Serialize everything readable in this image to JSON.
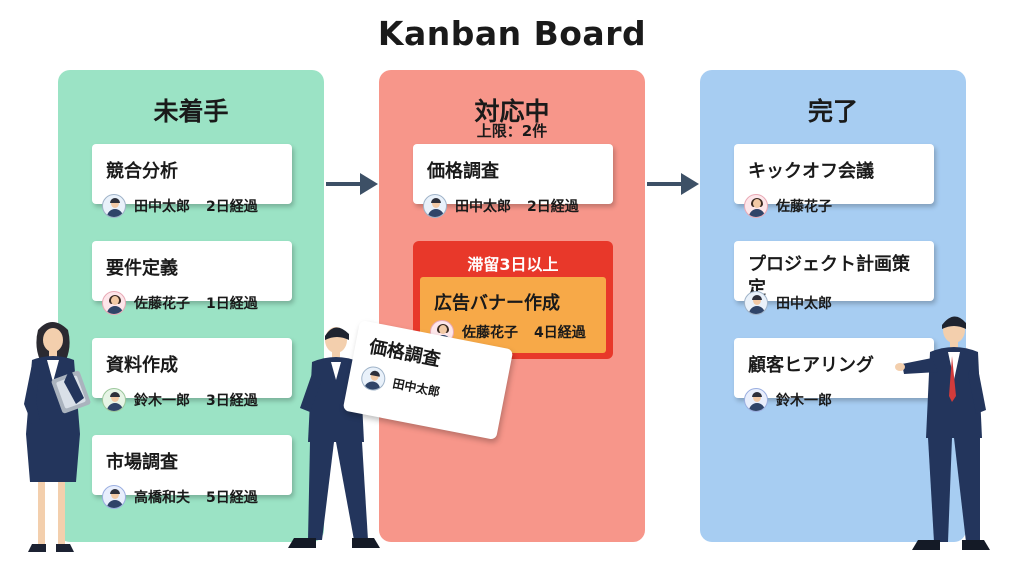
{
  "board": {
    "title": "Kanban Board"
  },
  "columns": [
    {
      "title": "未着手",
      "cards": [
        {
          "title": "競合分析",
          "assignee": "田中太郎",
          "elapsed": "2日経過"
        },
        {
          "title": "要件定義",
          "assignee": "佐藤花子",
          "elapsed": "1日経過"
        },
        {
          "title": "資料作成",
          "assignee": "鈴木一郎",
          "elapsed": "3日経過"
        },
        {
          "title": "市場調査",
          "assignee": "高橋和夫",
          "elapsed": "5日経過"
        }
      ]
    },
    {
      "title": "対応中",
      "limit": "上限：2件",
      "cards": [
        {
          "title": "価格調査",
          "assignee": "田中太郎",
          "elapsed": "2日経過"
        },
        {
          "title": "広告バナー作成",
          "assignee": "佐藤花子",
          "elapsed": "4日経過"
        }
      ],
      "stale_label": "滞留3日以上"
    },
    {
      "title": "完了",
      "cards": [
        {
          "title": "キックオフ会議",
          "assignee": "佐藤花子"
        },
        {
          "title": "プロジェクト計画策定",
          "assignee": "田中太郎"
        },
        {
          "title": "顧客ヒアリング",
          "assignee": "鈴木一郎"
        }
      ]
    }
  ],
  "dragged_card": {
    "title": "価格調査",
    "assignee": "田中太郎"
  },
  "colors": {
    "todo": "#9be3c5",
    "doing": "#f7968a",
    "done": "#a7cdf2",
    "stale": "#e8382a",
    "warn_card": "#f7a948"
  }
}
